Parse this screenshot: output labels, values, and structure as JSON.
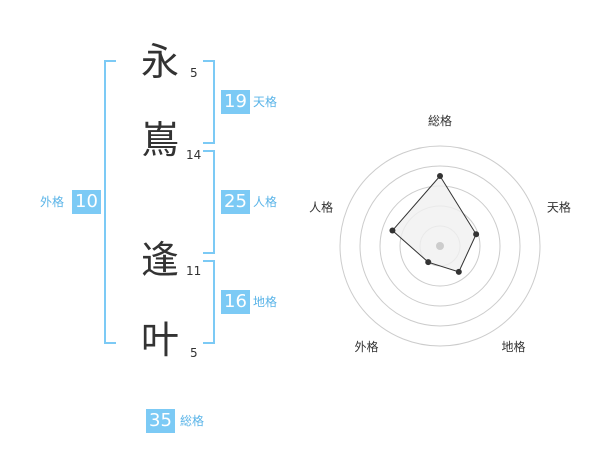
{
  "name": {
    "characters": [
      {
        "char": "永",
        "strokes": "5"
      },
      {
        "char": "嶌",
        "strokes": "14"
      },
      {
        "char": "逢",
        "strokes": "11"
      },
      {
        "char": "叶",
        "strokes": "5"
      }
    ]
  },
  "fortune": {
    "tenkaku": {
      "value": "19",
      "label": "天格"
    },
    "jinkaku": {
      "value": "25",
      "label": "人格"
    },
    "chikaku": {
      "value": "16",
      "label": "地格"
    },
    "gaikaku": {
      "value": "10",
      "label": "外格"
    },
    "soukaku": {
      "value": "35",
      "label": "総格"
    }
  },
  "radar": {
    "axes": [
      "総格",
      "天格",
      "地格",
      "外格",
      "人格"
    ],
    "values": [
      35,
      19,
      16,
      10,
      25
    ],
    "max": 50,
    "rings": 5,
    "colors": {
      "fill": "#f0f0f0",
      "line": "#333333",
      "grid": "#cccccc",
      "center": "#cccccc"
    }
  }
}
